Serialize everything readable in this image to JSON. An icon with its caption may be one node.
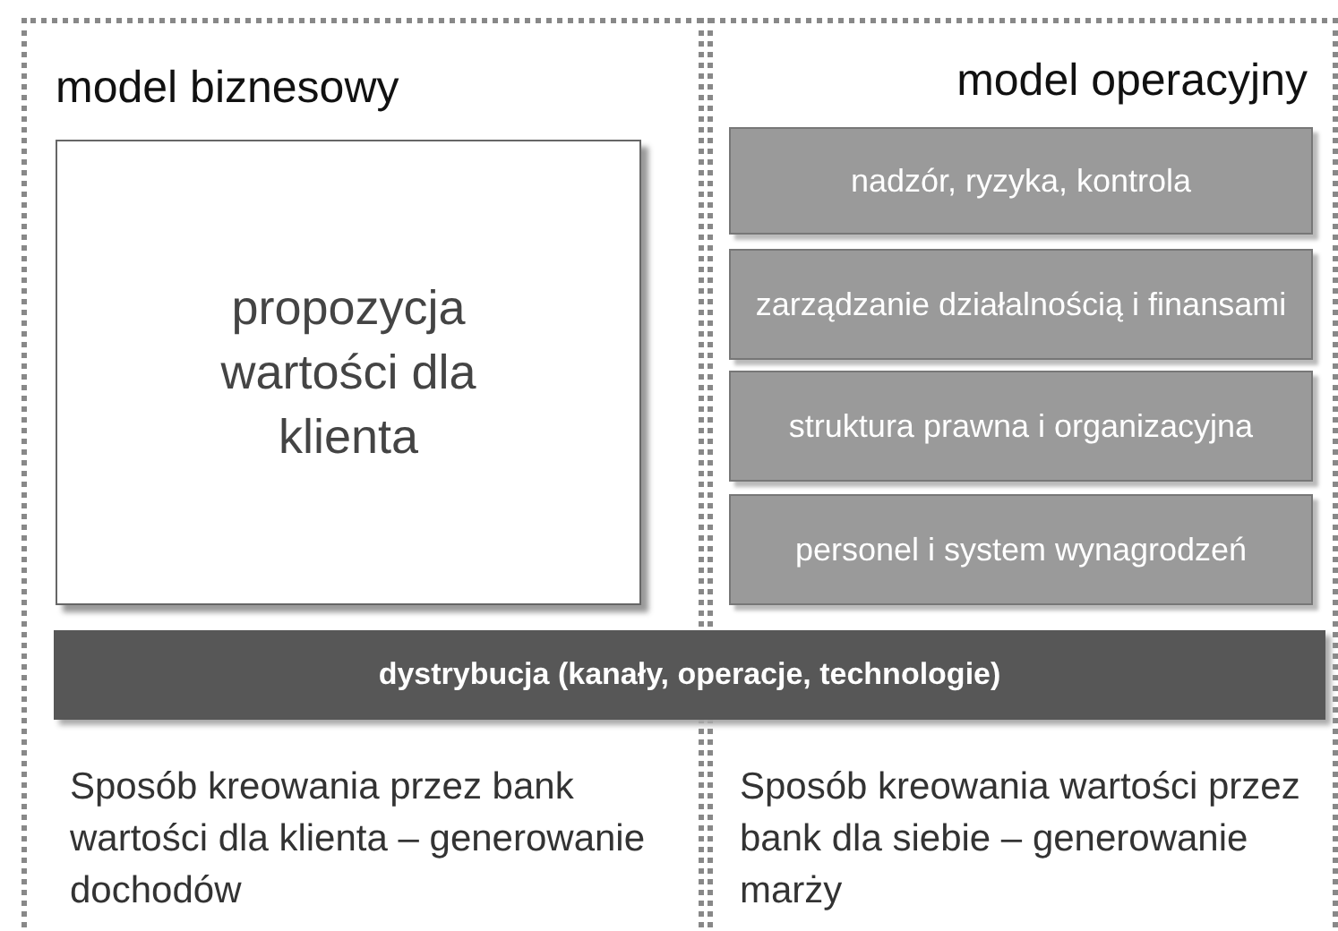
{
  "diagram": {
    "nodes": [
      {
        "text": [
          "model biznesowy",
          "Sposób kreowania przez bank wartości dla klienta – generowanie dochodów"
        ]
      },
      {
        "text": [
          "propozycja wartości dla klienta"
        ],
        "in": 0
      },
      {
        "text": [
          "model operacyjny",
          "Sposób kreowania wartości przez bank dla siebie – generowanie marży"
        ]
      },
      {
        "text": [
          "nadzór, ryzyka, kontrola"
        ],
        "in": 2
      },
      {
        "text": [
          "zarządzanie działalnością i finansami"
        ],
        "in": 2
      },
      {
        "text": [
          "struktura prawna i organizacyjna"
        ],
        "in": 2
      },
      {
        "text": [
          "personel i system wynagrodzeń"
        ],
        "in": 2
      },
      {
        "text": [
          "dystrybucja (kanały, operacje, technologie)"
        ]
      }
    ]
  }
}
